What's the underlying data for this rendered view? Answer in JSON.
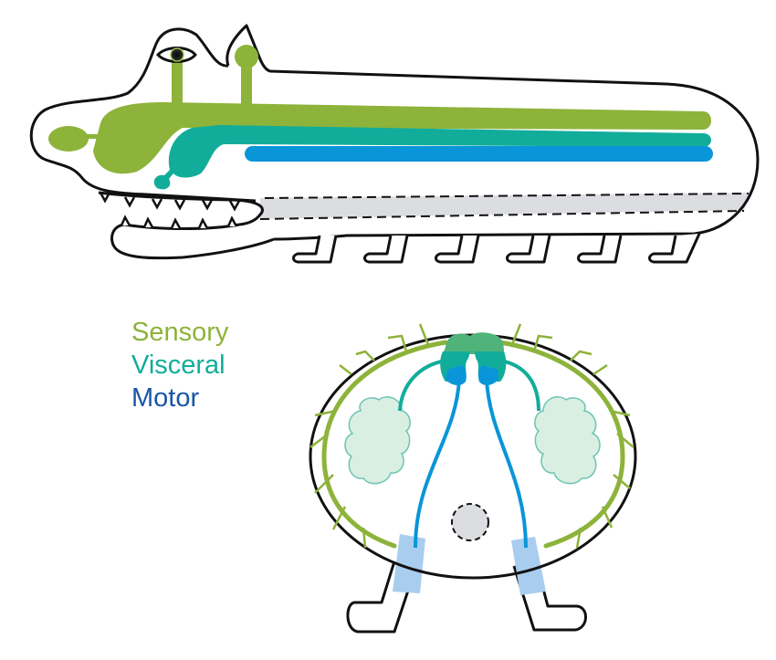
{
  "title": "Crocodile brain: sensory, visceral and motor columns",
  "legend": {
    "items": [
      {
        "label": "Sensory",
        "color": "#8db33a"
      },
      {
        "label": "Visceral",
        "color": "#12ad9a"
      },
      {
        "label": "Motor",
        "color": "#1a56a6"
      }
    ]
  },
  "colors": {
    "sensory": "#8db33a",
    "visceral": "#12ad9a",
    "motor": "#0a95d8",
    "neural_lobe_top": "#4fb37a",
    "ganglion_fill": "#d9efe2",
    "ganglion_stroke": "#6cc4b4",
    "nerve_root": "#a8cdee",
    "canal": "#dcdde0",
    "outline": "#111111"
  },
  "diagram": {
    "top_view": "crocodile-shaped longitudinal brain with sensory, visceral and motor columns",
    "bottom_view": "cross-section of spinal cord with dorsal columns, ganglia, central canal and motor roots"
  }
}
